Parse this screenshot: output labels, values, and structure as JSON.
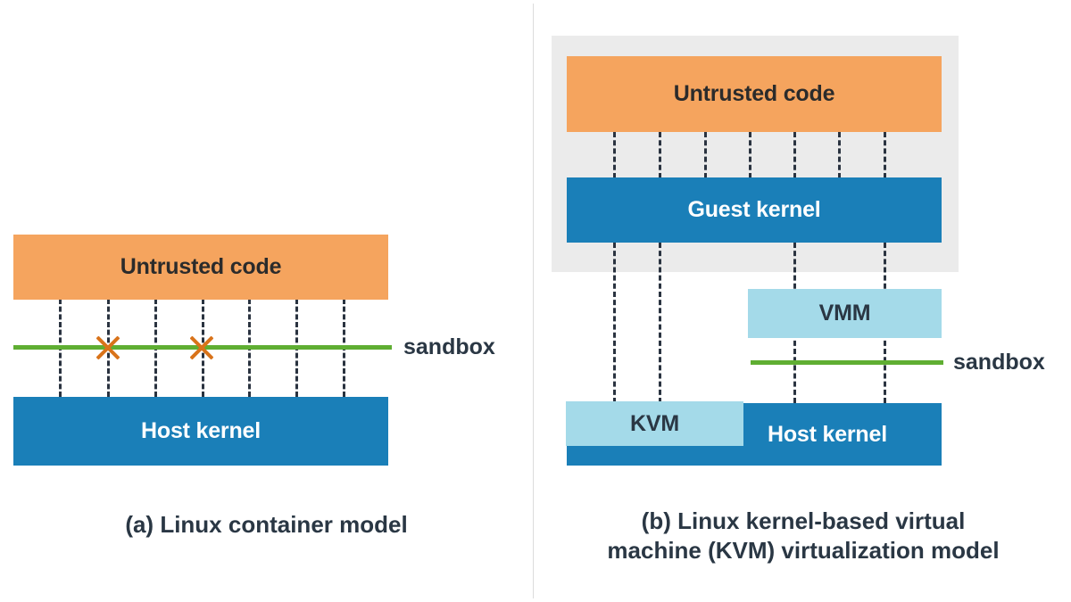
{
  "figure": {
    "background_color": "#ffffff",
    "divider_color": "#dcdcdc",
    "colors": {
      "untrusted_orange": "#F5A45E",
      "kernel_blue": "#1A7FB8",
      "light_blue": "#A4DAE9",
      "sandbox_green": "#5FAE32",
      "grey_container": "#EBEBEB",
      "dash_line": "#2A3340",
      "x_mark_orange": "#D9731A",
      "dark_text": "#2A3744"
    }
  },
  "panel_a": {
    "caption": "(a) Linux container model",
    "sandbox_label": "sandbox",
    "blocks": [
      {
        "label": "Untrusted code",
        "kind": "orange"
      },
      {
        "label": "Host kernel",
        "kind": "blue"
      }
    ],
    "syscall_lines": 7,
    "blocked_line_indexes": [
      1,
      3
    ]
  },
  "panel_b": {
    "caption_line1": "(b) Linux kernel-based virtual",
    "caption_line2": "machine (KVM) virtualization model",
    "sandbox_label": "sandbox",
    "blocks": [
      {
        "label": "Untrusted code",
        "kind": "orange"
      },
      {
        "label": "Guest kernel",
        "kind": "blue"
      },
      {
        "label": "VMM",
        "kind": "light-blue"
      },
      {
        "label": "KVM",
        "kind": "light-blue"
      },
      {
        "label": "Host kernel",
        "kind": "blue"
      }
    ],
    "guest_vm_lines": 7,
    "lower_lines": 4
  }
}
